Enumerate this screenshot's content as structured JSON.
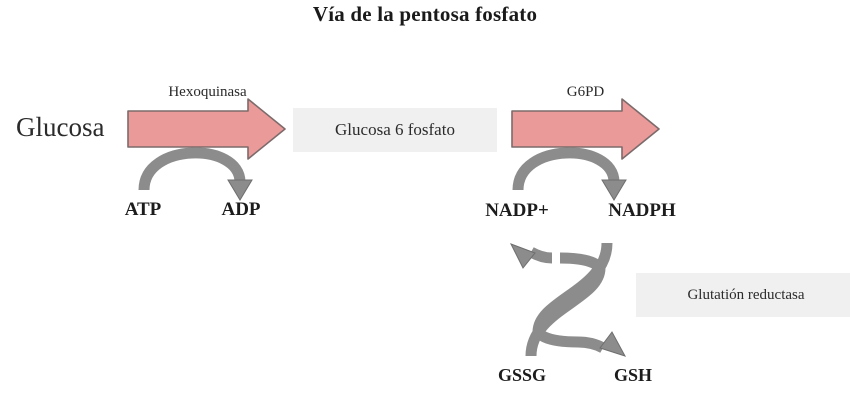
{
  "diagram": {
    "title": "Vía de la pentosa fosfato",
    "language": "es",
    "type": "biochemical-pathway",
    "nodes": {
      "glucose": "Glucosa",
      "glucose_6_phosphate": "Glucosa 6 fosfato",
      "atp": "ATP",
      "adp": "ADP",
      "nadp_plus": "NADP+",
      "nadph": "NADPH",
      "gssg": "GSSG",
      "gsh": "GSH"
    },
    "enzymes": {
      "hexokinase": "Hexoquinasa",
      "g6pd": "G6PD",
      "glutathione_reductase": "Glutatión reductasa"
    },
    "colors": {
      "main_arrow_fill": "#eb9a9a",
      "main_arrow_stroke": "#7d6b6b",
      "curved_arrow_fill": "#8c8c8c",
      "curved_arrow_stroke": "#6e6e6e",
      "box_background": "#f0f0f0",
      "text": "#2b2b2b",
      "title_text": "#1a1a1a"
    }
  }
}
